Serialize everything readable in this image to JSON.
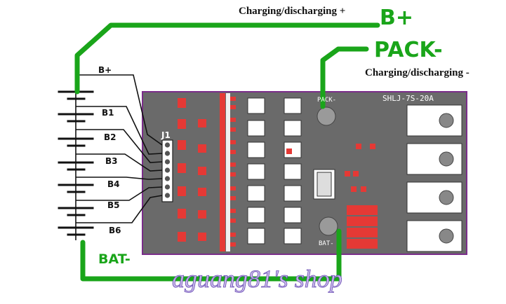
{
  "labels": {
    "b_plus_caption": "Charging/discharging +",
    "b_plus_big": "B+",
    "pack_minus_big": "PACK-",
    "pack_minus_caption": "Charging/discharging -",
    "board_id": "SHLJ-7S-20A",
    "pad_pack_minus": "PACK-",
    "pad_bat_minus": "BAT-",
    "connector": "J1",
    "bat_minus_big": "BAT-",
    "watermark": "aguang81's shop"
  },
  "taps": [
    "B+",
    "B1",
    "B2",
    "B3",
    "B4",
    "B5",
    "B6"
  ],
  "colors": {
    "wire": "#1aa51a",
    "board_outline": "#7a2d8a",
    "component": "#e53935",
    "watermark": "#c9b8ea"
  }
}
